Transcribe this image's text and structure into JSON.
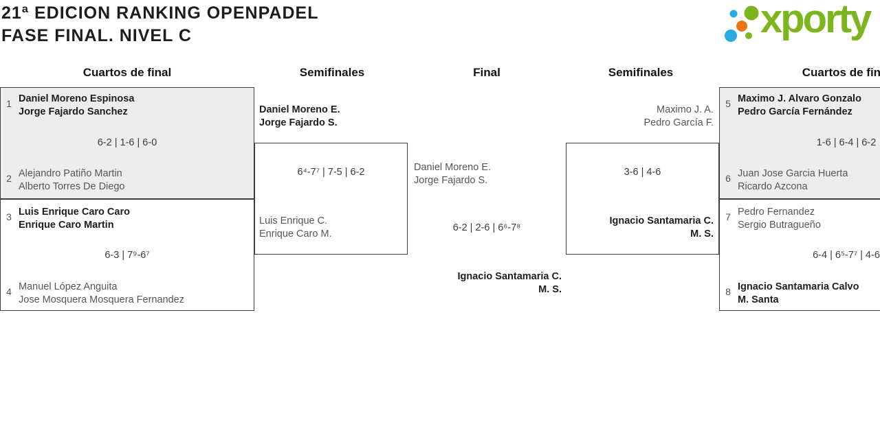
{
  "header": {
    "title_line1": "21ª EDICION RANKING OPENPADEL",
    "title_line2": "FASE FINAL. NIVEL C"
  },
  "logo": {
    "wordmark": "xporty",
    "green": "#7cb51d",
    "blue": "#2ba9e0",
    "orange": "#e87711"
  },
  "rounds": [
    {
      "label": "Cuartos de final"
    },
    {
      "label": "Semifinales"
    },
    {
      "label": "Final"
    },
    {
      "label": "Semifinales"
    },
    {
      "label": "Cuartos de final"
    }
  ],
  "quarterfinals_left": {
    "match_top": {
      "seed_a": "1",
      "team_a": {
        "player1": "Daniel Moreno Espinosa",
        "player2": "Jorge Fajardo Sanchez",
        "winner": true
      },
      "score": "6-2 | 1-6 | 6-0",
      "seed_b": "2",
      "team_b": {
        "player1": "Alejandro Patiño Martin",
        "player2": "Alberto Torres De Diego",
        "winner": false
      }
    },
    "match_bottom": {
      "seed_a": "3",
      "team_a": {
        "player1": "Luis Enrique Caro Caro",
        "player2": "Enrique Caro Martin",
        "winner": true
      },
      "score": "6-3 | 7⁹-6⁷",
      "seed_b": "4",
      "team_b": {
        "player1": "Manuel López Anguita",
        "player2": "Jose Mosquera Mosquera Fernandez",
        "winner": false
      }
    }
  },
  "semifinal_left": {
    "team_a": {
      "player1": "Daniel Moreno E.",
      "player2": "Jorge Fajardo S.",
      "winner": true
    },
    "score": "6⁴-7⁷ | 7-5 | 6-2",
    "team_b": {
      "player1": "Luis Enrique C.",
      "player2": "Enrique Caro M.",
      "winner": false
    }
  },
  "final": {
    "team_a": {
      "player1": "Daniel Moreno E.",
      "player2": "Jorge Fajardo S.",
      "winner": false
    },
    "score": "6-2 | 2-6 | 6⁶-7⁸",
    "team_b": {
      "player1": "Ignacio Santamaria C.",
      "player2": "M. S.",
      "winner": true
    }
  },
  "semifinal_right": {
    "team_a": {
      "player1": "Maximo J. A.",
      "player2": "Pedro García F.",
      "winner": false
    },
    "score": "3-6 | 4-6",
    "team_b": {
      "player1": "Ignacio Santamaria C.",
      "player2": "M. S.",
      "winner": true
    }
  },
  "quarterfinals_right": {
    "match_top": {
      "seed_a": "5",
      "team_a": {
        "player1": "Maximo J. Alvaro Gonzalo",
        "player2": "Pedro García Fernández",
        "winner": true
      },
      "score": "1-6 | 6-4 | 6-2",
      "seed_b": "6",
      "team_b": {
        "player1": "Juan Jose Garcia Huerta",
        "player2": "Ricardo Azcona",
        "winner": false
      }
    },
    "match_bottom": {
      "seed_a": "7",
      "team_a": {
        "player1": "Pedro Fernandez",
        "player2": "Sergio Butragueño",
        "winner": false
      },
      "score": "6-4 | 6⁵-7⁷ | 4-6",
      "seed_b": "8",
      "team_b": {
        "player1": "Ignacio Santamaria Calvo",
        "player2": "M. Santa",
        "winner": true
      }
    }
  },
  "colors": {
    "box_border": "#3d3d3d",
    "box_fill_shaded": "#ededed",
    "winner_text": "#1e1e1e",
    "loser_text": "#55565a"
  }
}
